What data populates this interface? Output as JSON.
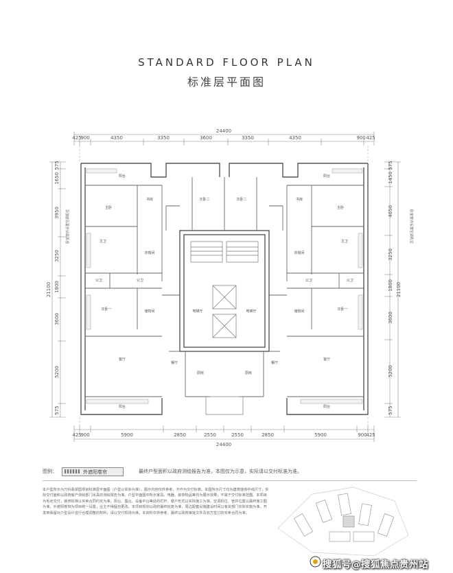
{
  "header": {
    "title_en": "STANDARD FLOOR PLAN",
    "title_zh": "标准层平面图"
  },
  "dims": {
    "top_total": "24400",
    "top_segments": [
      "425",
      "900",
      "4350",
      "3350",
      "3600",
      "3350",
      "4350",
      "900",
      "425"
    ],
    "bottom_total": "24400",
    "bottom_segments": [
      "425",
      "900",
      "5900",
      "2850",
      "2550",
      "2550",
      "2850",
      "5900",
      "900",
      "425"
    ],
    "left_total": "21100",
    "left_segments": [
      "575",
      "1650",
      "3950",
      "3250",
      "1800",
      "3600",
      "5200",
      "575"
    ],
    "right_total": "21100",
    "right_segments": [
      "575",
      "1450",
      "4050",
      "3250",
      "1800",
      "3600",
      "5200",
      "575"
    ]
  },
  "rooms": {
    "yangtai": "阳台",
    "zhuwo": "主卧",
    "zhuwei": "主卫",
    "shubing": "书房",
    "ciwo2": "次卧二",
    "yiyuan": "衣帽间",
    "gongwei": "公卫",
    "chuwu": "储物间",
    "ciwo1": "次卧一",
    "keting": "客厅",
    "canting": "餐厅",
    "chufang": "厨房",
    "diantiting": "电梯厅",
    "side_note": "卧室窗外设置空调机位"
  },
  "legend": {
    "label": "图例：",
    "item": "外遮阳卷帘",
    "note": "最终户型面积以政府测绘报告为准，本图仅为示意，实际请以交付标准为准。"
  },
  "notes": "本户型所示为万科翡翠园项目标准层平面图（户型以实际为准），图示内容仅供参考，不作为交付标准。本图所示尺寸均为建筑墙体中线尺寸，实际交付面积以政府房产测绘部门出具的测绘报告为准。户型平面图中所示家具、电器、装饰物品等均为展示效果，不属于交付标准范围。本项目为毛坯交付，装修标准以买卖合同约定为准。阳台、露台、设备平台等处的栏杆、窗户形式以实际施工为准。空调机位、管井位置以最终施工图为准。外遮阳卷帘为项目统一设置，业主不得擅自更改。本项目规划以政府最终批复为准，周边配套设施建设时间以有关部门实际实施为准。开发商保留对户型设计进行合理调整的权利，请以交付现场为准。本资料仅供参考，最终以政府审批文件及双方签订的买卖合同为准。",
  "watermark": "搜狐号@搜狐焦点贵州站"
}
